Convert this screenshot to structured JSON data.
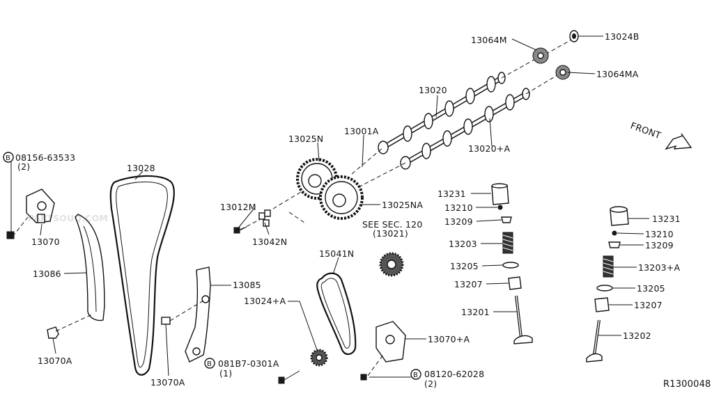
{
  "watermark": "PARTSOUQ.COM",
  "front_label": "FRONT",
  "diagram_ref": "R1300048",
  "labels": {
    "p13064M": "13064M",
    "p13024B": "13024B",
    "p13064MA": "13064MA",
    "p13020": "13020",
    "p13020A": "13020+A",
    "p13001A": "13001A",
    "p13025N": "13025N",
    "p13025NA": "13025NA",
    "p08156_b": "B",
    "p08156": "08156-63533",
    "p08156_qty": "(2)",
    "p13028": "13028",
    "p13070": "13070",
    "p13086": "13086",
    "p13012M": "13012M",
    "p13042N": "13042N",
    "see_sec": "SEE SEC. 120",
    "see_sec_ref": "(13021)",
    "p15041N": "15041N",
    "p13085": "13085",
    "p13024A": "13024+A",
    "p13070A_1": "13070A",
    "p13070A_2": "13070A",
    "p081B7_b": "B",
    "p081B7": "081B7-0301A",
    "p081B7_qty": "(1)",
    "p13070A_plus": "13070+A",
    "p08120_b": "B",
    "p08120": "08120-62028",
    "p08120_qty": "(2)",
    "p13231_l": "13231",
    "p13210_l": "13210",
    "p13209_l": "13209",
    "p13203": "13203",
    "p13205_l": "13205",
    "p13207_l": "13207",
    "p13201": "13201",
    "p13231_r": "13231",
    "p13210_r": "13210",
    "p13209_r": "13209",
    "p13203A": "13203+A",
    "p13205_r": "13205",
    "p13207_r": "13207",
    "p13202": "13202"
  },
  "icons": {
    "front_arrow": "front-direction-arrow-icon",
    "bolt_marker": "circled-b-bolt-icon"
  }
}
